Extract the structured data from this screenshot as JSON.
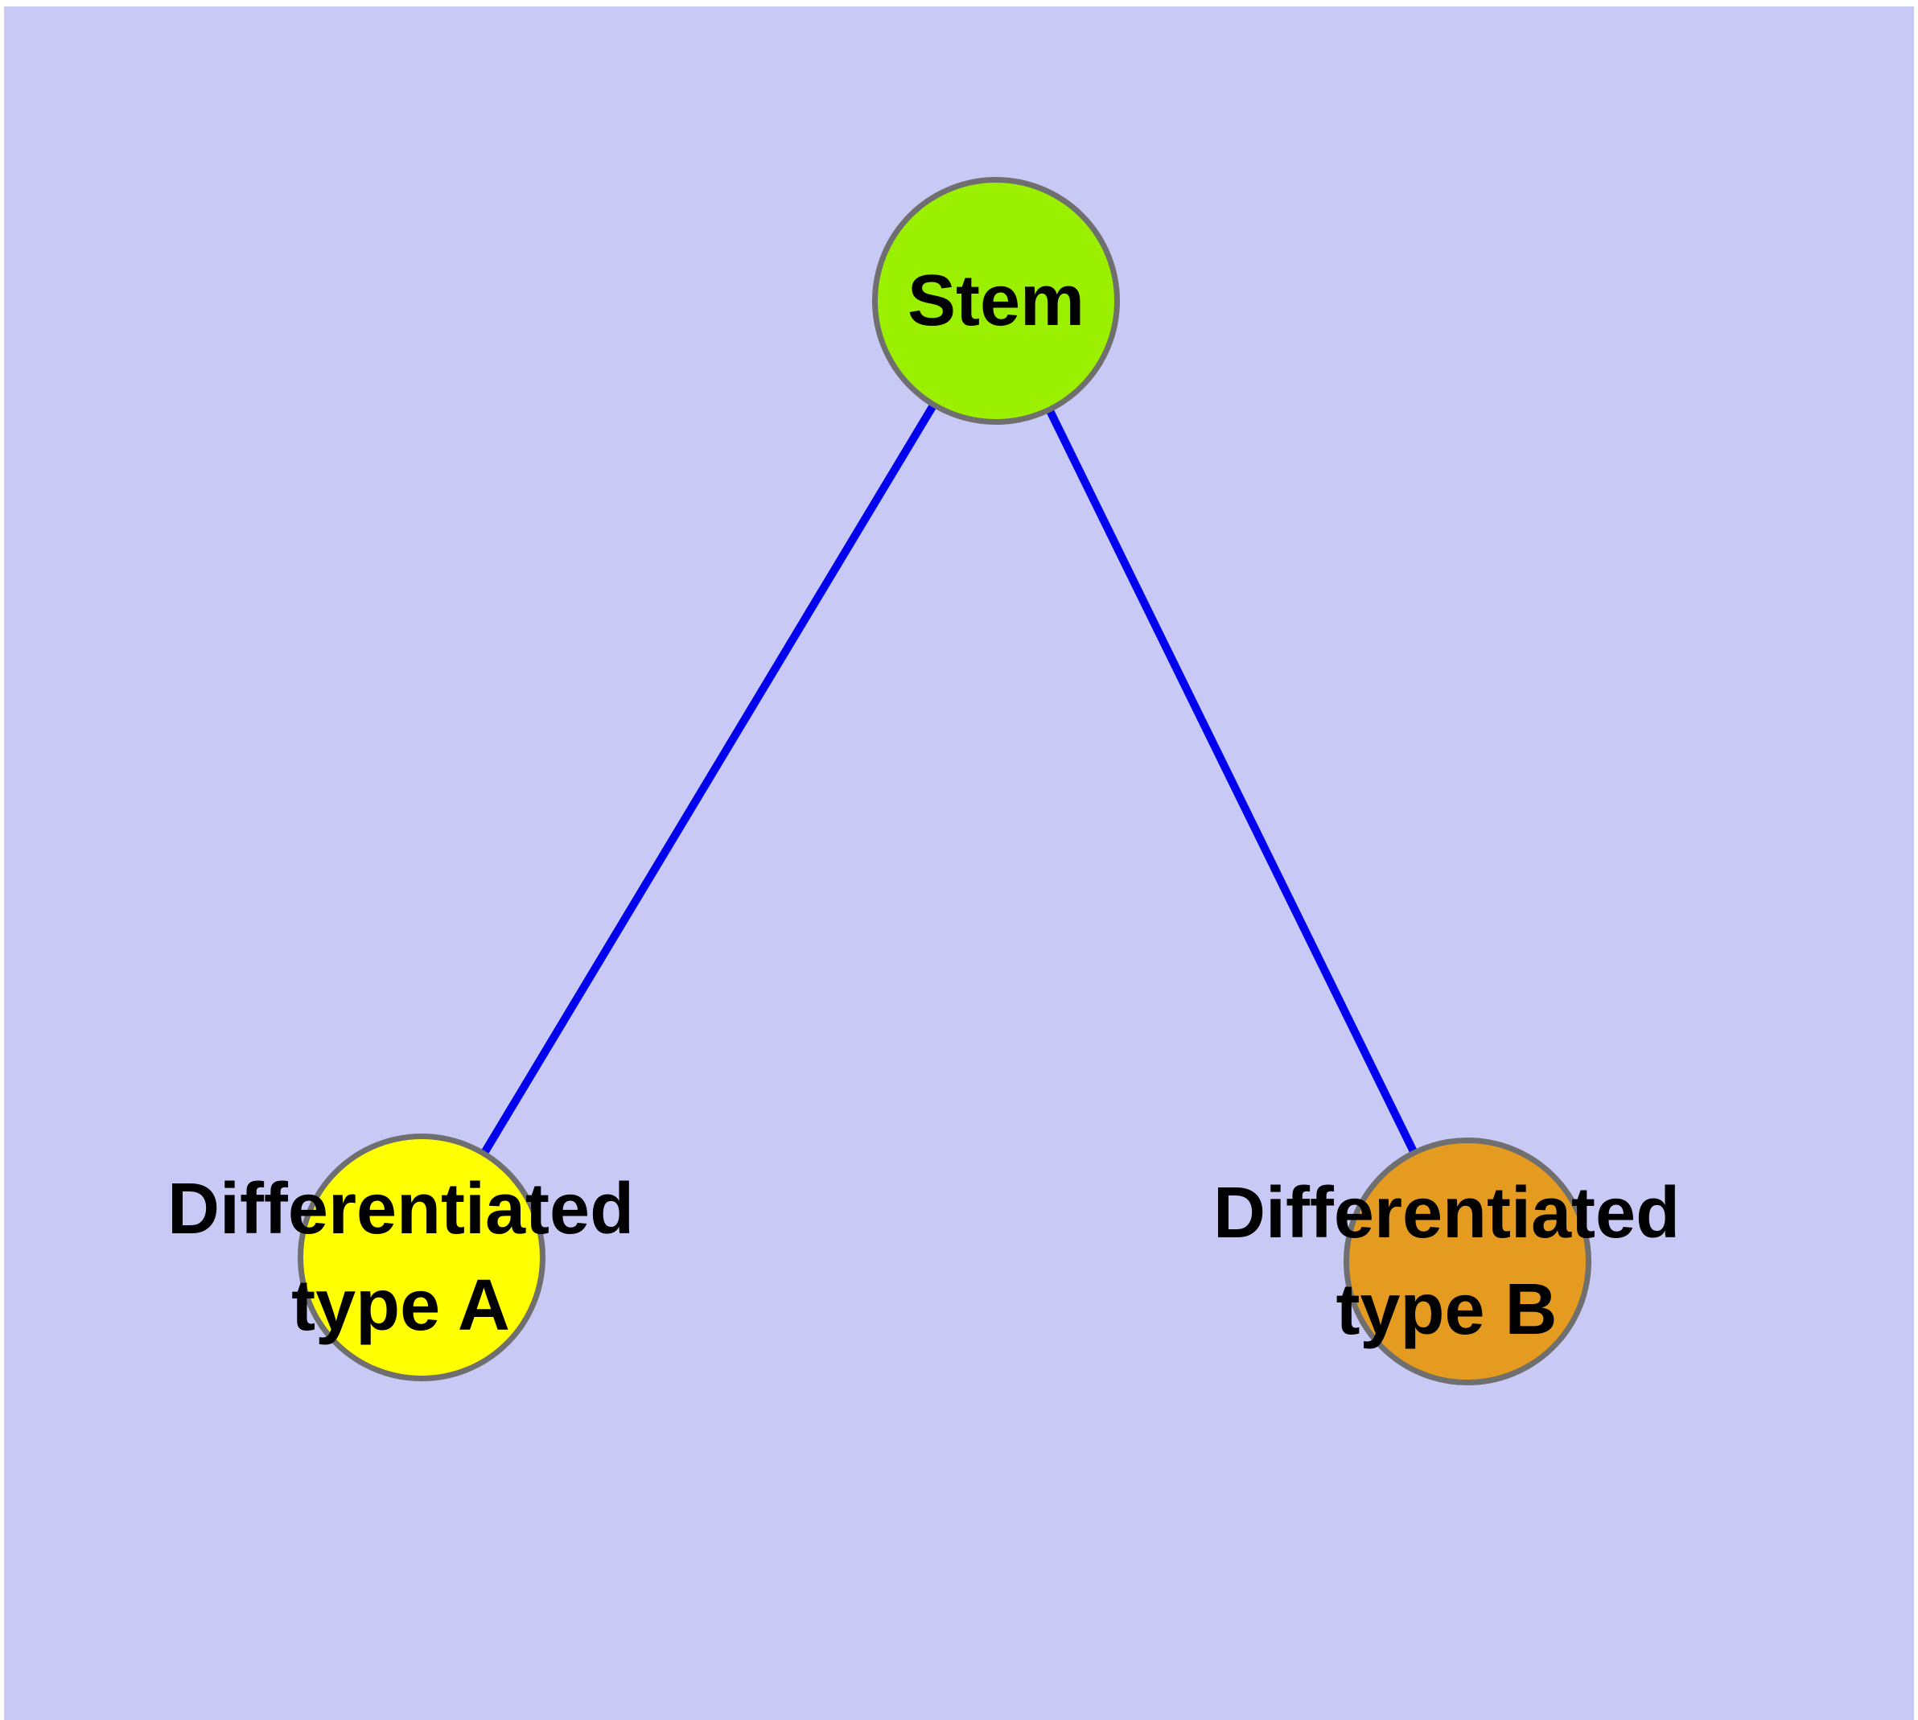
{
  "diagram": {
    "background_color": "#C9C9F5",
    "edge_color": "#0000EE",
    "node_border_color": "#6F6F6F",
    "nodes": [
      {
        "id": "stem",
        "label": "Stem",
        "fill": "#9BF000"
      },
      {
        "id": "type-a",
        "label": "Differentiated\ntype A",
        "fill": "#FFFF00"
      },
      {
        "id": "type-b",
        "label": "Differentiated\ntype B",
        "fill": "#E59A20"
      }
    ],
    "edges": [
      {
        "from": "stem",
        "to": "type-a"
      },
      {
        "from": "stem",
        "to": "type-b"
      }
    ]
  }
}
